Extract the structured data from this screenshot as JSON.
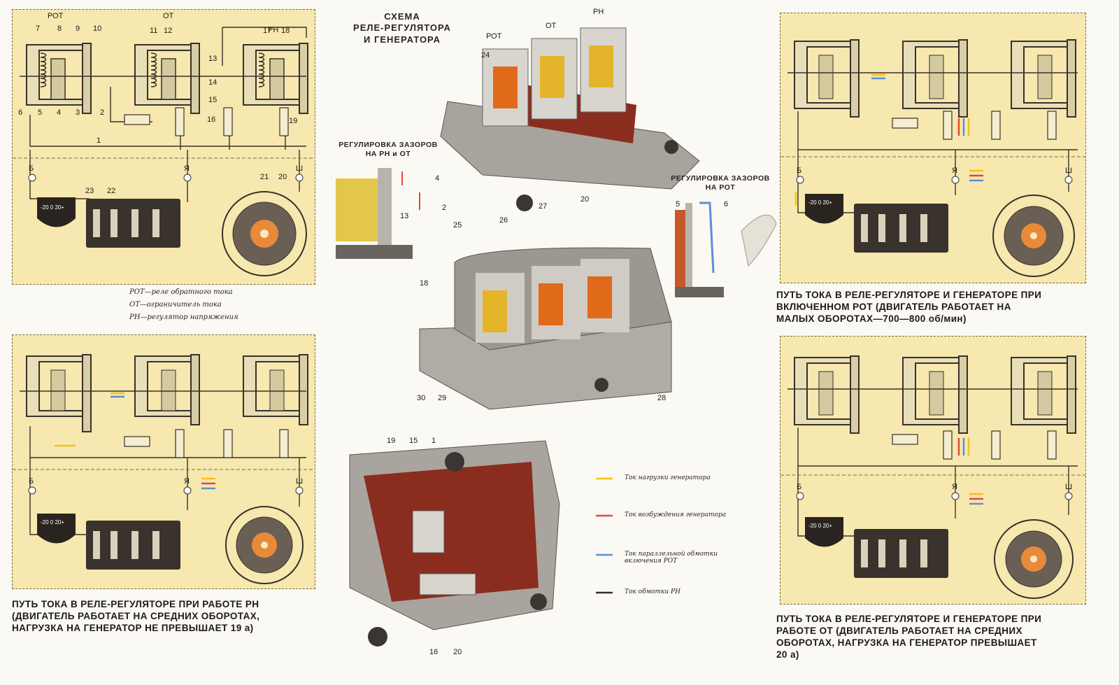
{
  "center_title": {
    "line1": "СХЕМА",
    "line2": "РЕЛЕ-РЕГУЛЯТОРА",
    "line3": "И ГЕНЕРАТОРА"
  },
  "relay_tags": {
    "rot": "РОТ",
    "ot": "ОТ",
    "rn": "РН"
  },
  "adjust_labels": {
    "rn_ot_line1": "РЕГУЛИРОВКА ЗАЗОРОВ",
    "rn_ot_line2": "НА РН и ОТ",
    "rot_line1": "РЕГУЛИРОВКА ЗАЗОРОВ",
    "rot_line2": "НА РОТ"
  },
  "abbreviations": [
    "РОТ—реле обратного тока",
    "ОТ—ограничитель тока",
    "РН—регулятор напряжения"
  ],
  "legend": [
    {
      "label": "Ток нагрузки генератора",
      "color": "#f2c21e"
    },
    {
      "label": "Ток возбуждения генератора",
      "color": "#e8483a"
    },
    {
      "label": "Ток параллельной обмотки включения РОТ",
      "color": "#5b8fd8"
    },
    {
      "label": "Ток обмотки РН",
      "color": "#3b2a26"
    }
  ],
  "captions": {
    "bottom_left": {
      "line1": "ПУТЬ ТОКА В РЕЛЕ-РЕГУЛЯТОРЕ ПРИ РАБОТЕ РН",
      "line2": "(ДВИГАТЕЛЬ РАБОТАЕТ НА СРЕДНИХ ОБОРОТАХ,",
      "line3": "НАГРУЗКА НА ГЕНЕРАТОР НЕ ПРЕВЫШАЕТ 19 а)"
    },
    "top_right": {
      "line1": "ПУТЬ ТОКА В РЕЛЕ-РЕГУЛЯТОРЕ И ГЕНЕРАТОРЕ ПРИ",
      "line2": "ВКЛЮЧЕННОМ РОТ (ДВИГАТЕЛЬ РАБОТАЕТ НА",
      "line3": "МАЛЫХ ОБОРОТАХ—700—800 об/мин)"
    },
    "bottom_right": {
      "line1": "ПУТЬ ТОКА В РЕЛЕ-РЕГУЛЯТОРЕ И ГЕНЕРАТОРЕ ПРИ",
      "line2": "РАБОТЕ ОТ (ДВИГАТЕЛЬ РАБОТАЕТ НА СРЕДНИХ",
      "line3": "ОБОРОТАХ, НАГРУЗКА НА ГЕНЕРАТОР ПРЕВЫШАЕТ",
      "line4": "20 а)"
    }
  },
  "gauge_scale": "-20 0 20+",
  "terminals": {
    "b": "Б",
    "ya": "Я",
    "sh": "Ш"
  },
  "part_numbers": {
    "tl": [
      "7",
      "8",
      "9",
      "10",
      "11",
      "12",
      "13",
      "17",
      "18",
      "6",
      "5",
      "4",
      "3",
      "2",
      "14",
      "15",
      "16",
      "19",
      "1",
      "21",
      "20",
      "23",
      "22"
    ],
    "center_top": [
      "24",
      "4",
      "2",
      "25",
      "26",
      "27",
      "20",
      "13",
      "5",
      "6"
    ],
    "center_mid": [
      "18",
      "30",
      "29",
      "28"
    ],
    "center_bot": [
      "19",
      "15",
      "1",
      "16",
      "20"
    ]
  }
}
